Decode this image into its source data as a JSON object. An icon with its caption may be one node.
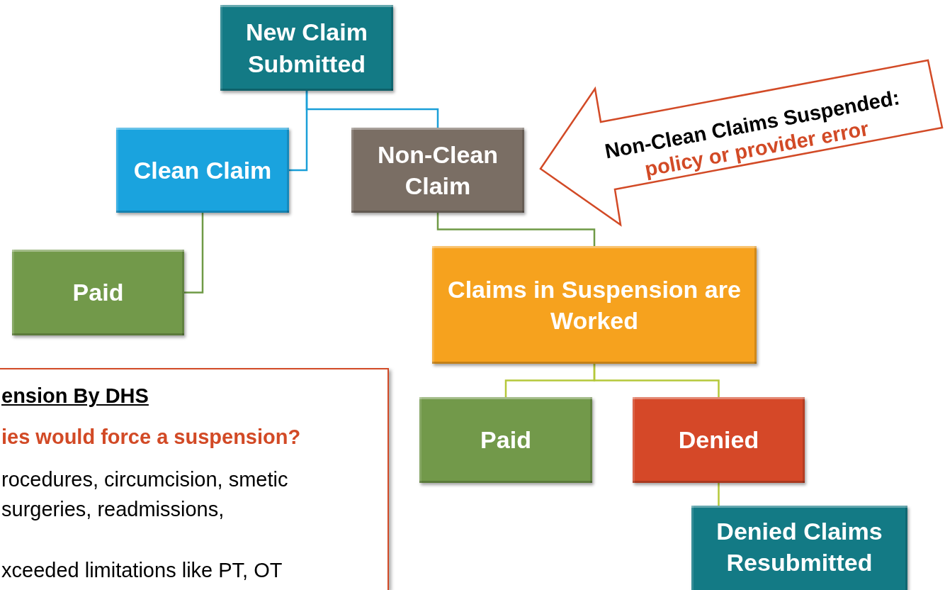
{
  "diagram": {
    "nodes": [
      {
        "text": [
          "New Claim Submitted"
        ]
      },
      {
        "text": [
          "Clean Claim"
        ]
      },
      {
        "text": [
          "Non-Clean Claim"
        ]
      },
      {
        "text": [
          "Paid"
        ]
      },
      {
        "text": [
          "Claims in Suspension are Worked"
        ]
      },
      {
        "text": [
          "Paid"
        ]
      },
      {
        "text": [
          "Denied"
        ]
      },
      {
        "text": [
          "Denied Claims Resubmitted"
        ]
      },
      {
        "text": [
          "Non-Clean Claims Suspended:",
          "policy or provider error"
        ]
      },
      {
        "text": [
          "ension By DHS",
          "ies would force a suspension?",
          "rocedures, circumcision, smetic surgeries, readmissions,",
          "xceeded limitations like PT, OT"
        ]
      }
    ],
    "edges": [
      {
        "from": 0,
        "to": 1,
        "arrow": "none",
        "color": "#1b9fd8"
      },
      {
        "from": 0,
        "to": 2,
        "arrow": "none",
        "color": "#1b9fd8"
      },
      {
        "from": 1,
        "to": 3,
        "arrow": "none",
        "color": "#6f9a46"
      },
      {
        "from": 2,
        "to": 4,
        "arrow": "none",
        "color": "#6f9a46"
      },
      {
        "from": 4,
        "to": 5,
        "arrow": "none"
      },
      {
        "from": 4,
        "to": 6,
        "arrow": "none"
      },
      {
        "from": 6,
        "to": 7,
        "arrow": "none"
      }
    ]
  }
}
